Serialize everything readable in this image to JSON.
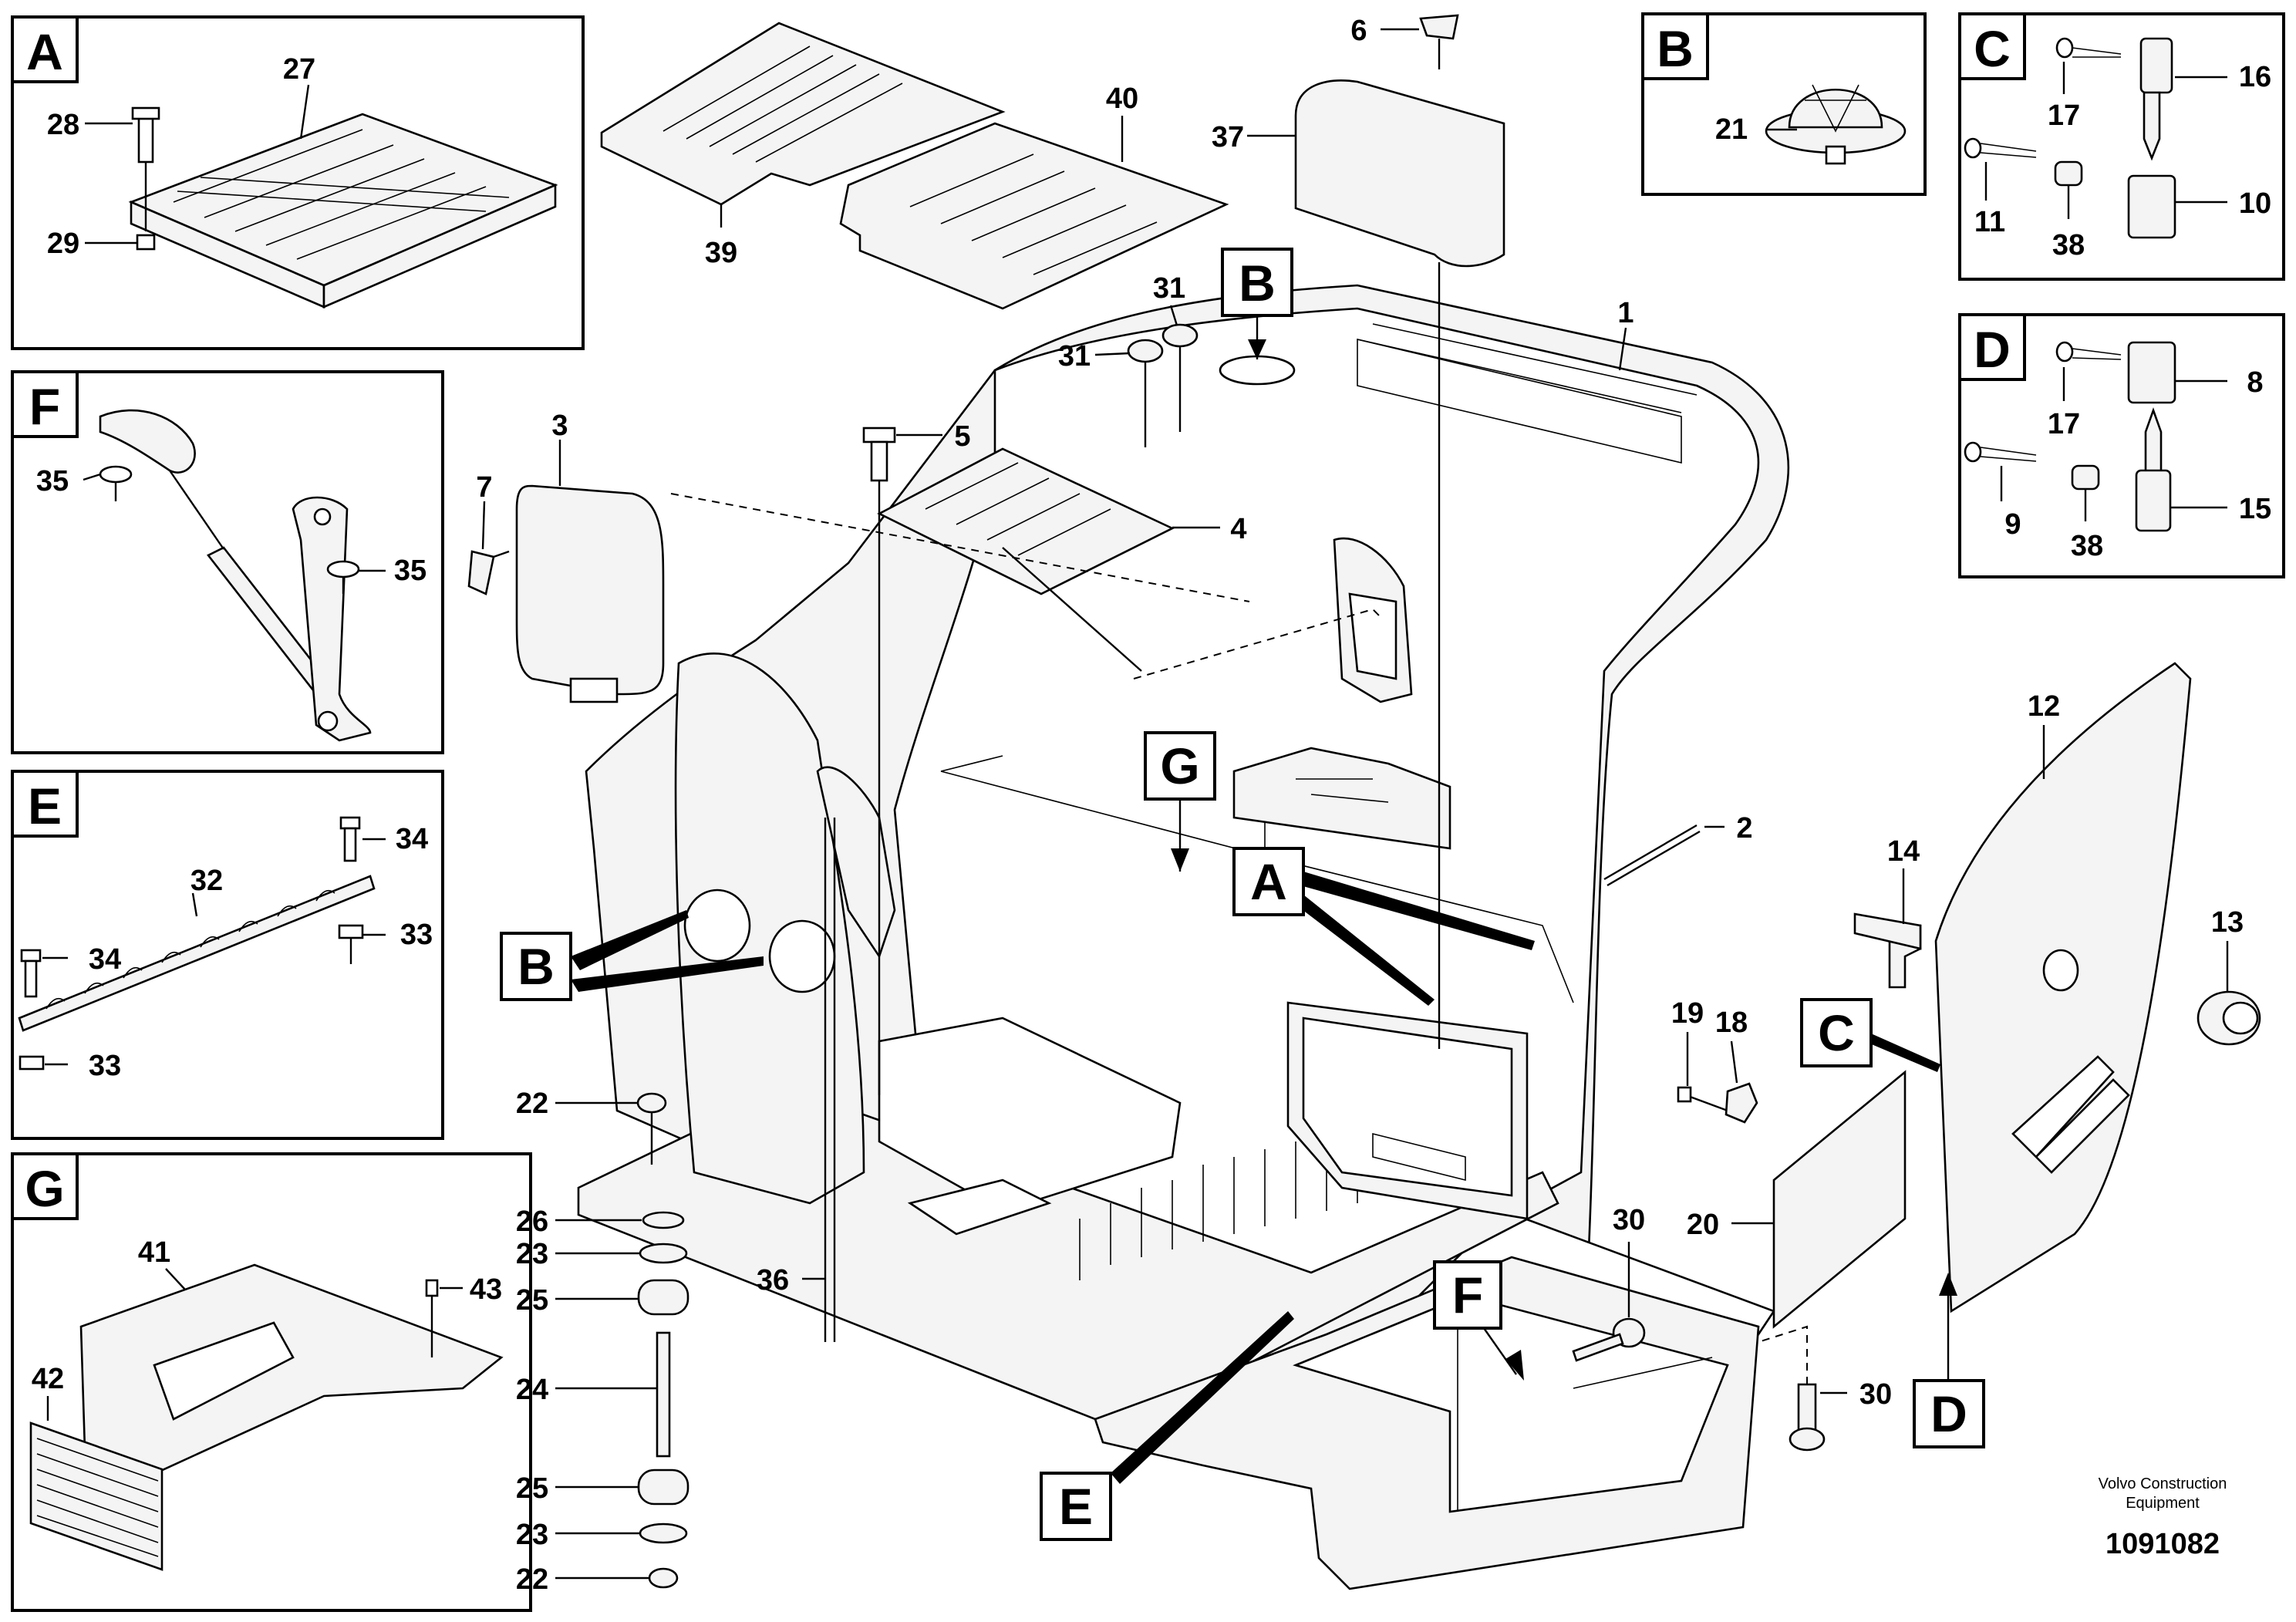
{
  "detail_panels": {
    "A": {
      "letter": "A",
      "labels": {
        "n27": "27",
        "n28": "28",
        "n29": "29"
      }
    },
    "B": {
      "letter": "B",
      "labels": {
        "n21": "21"
      }
    },
    "C": {
      "letter": "C",
      "labels": {
        "n16": "16",
        "n17": "17",
        "n10": "10",
        "n11": "11",
        "n38": "38"
      }
    },
    "D": {
      "letter": "D",
      "labels": {
        "n8": "8",
        "n17": "17",
        "n15": "15",
        "n9": "9",
        "n38": "38"
      }
    },
    "E": {
      "letter": "E",
      "labels": {
        "n34a": "34",
        "n32": "32",
        "n33a": "33",
        "n34b": "34",
        "n33b": "33"
      }
    },
    "F": {
      "letter": "F",
      "labels": {
        "n35a": "35",
        "n35b": "35"
      }
    },
    "G": {
      "letter": "G",
      "labels": {
        "n41": "41",
        "n43": "43",
        "n42": "42"
      }
    }
  },
  "main_labels": {
    "n1": "1",
    "n2": "2",
    "n3": "3",
    "n4": "4",
    "n5": "5",
    "n6": "6",
    "n7": "7",
    "n12": "12",
    "n13": "13",
    "n14": "14",
    "n18": "18",
    "n19": "19",
    "n20": "20",
    "n22a": "22",
    "n22b": "22",
    "n23a": "23",
    "n23b": "23",
    "n24": "24",
    "n25a": "25",
    "n25b": "25",
    "n26": "26",
    "n30a": "30",
    "n30b": "30",
    "n31a": "31",
    "n31b": "31",
    "n36": "36",
    "n37": "37",
    "n39": "39",
    "n40": "40"
  },
  "callouts": {
    "B_top": "B",
    "B_left": "B",
    "G": "G",
    "A": "A",
    "C": "C",
    "D": "D",
    "E": "E",
    "F": "F"
  },
  "footer": {
    "brand_line1": "Volvo Construction",
    "brand_line2": "Equipment",
    "doc_number": "1091082"
  }
}
